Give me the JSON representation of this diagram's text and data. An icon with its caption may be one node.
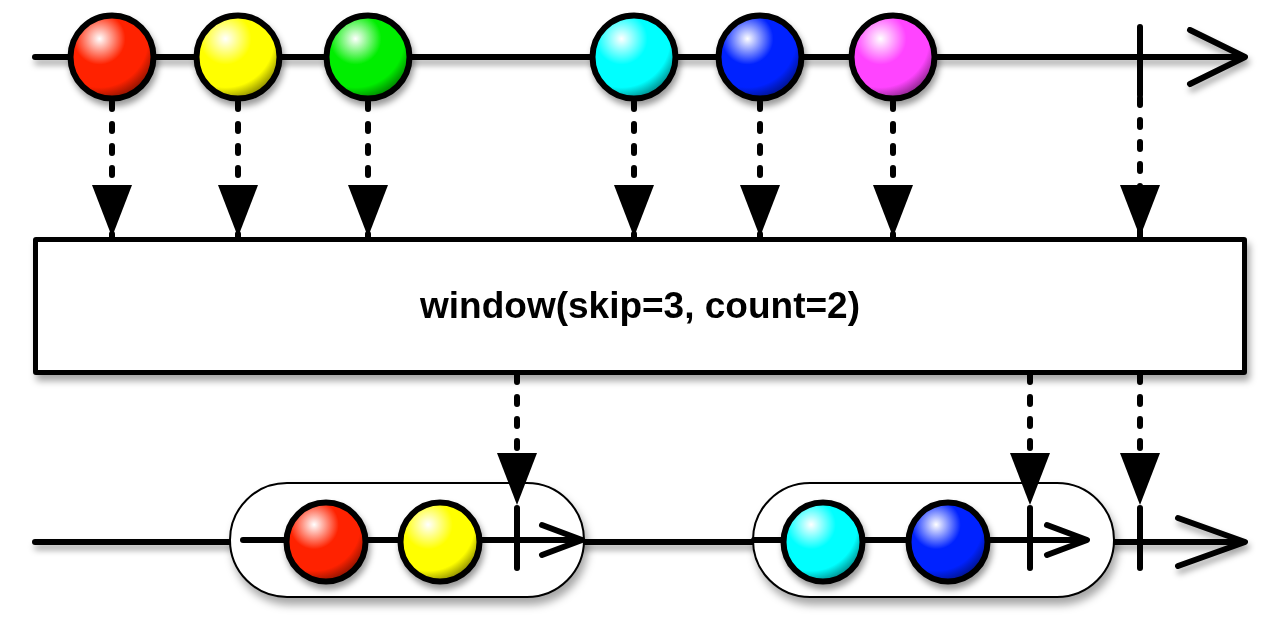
{
  "diagram": {
    "nodes": [
      {
        "text": [],
        "shape": "circle"
      },
      {
        "text": [],
        "shape": "circle"
      },
      {
        "text": [],
        "shape": "circle"
      },
      {
        "text": [],
        "shape": "circle"
      },
      {
        "text": [],
        "shape": "circle"
      },
      {
        "text": [],
        "shape": "circle"
      },
      {
        "text": [],
        "shape": "bar"
      },
      {
        "text": [
          "window(skip=3, count=2)"
        ]
      },
      {
        "text": [],
        "shape": "box"
      },
      {
        "text": [],
        "shape": "circle",
        "in": 8
      },
      {
        "text": [],
        "shape": "circle",
        "in": 8
      },
      {
        "text": [],
        "shape": "bar",
        "in": 8
      },
      {
        "text": [],
        "shape": "box"
      },
      {
        "text": [],
        "shape": "circle",
        "in": 12
      },
      {
        "text": [],
        "shape": "circle",
        "in": 12
      },
      {
        "text": [],
        "shape": "bar",
        "in": 12
      },
      {
        "text": [],
        "shape": "bar"
      }
    ],
    "edges": [
      {
        "from": 0,
        "to": 7,
        "arrow": "to",
        "style": "dashed"
      },
      {
        "from": 1,
        "to": 7,
        "arrow": "to",
        "style": "dashed"
      },
      {
        "from": 2,
        "to": 7,
        "arrow": "to",
        "style": "dashed"
      },
      {
        "from": 3,
        "to": 7,
        "arrow": "to",
        "style": "dashed"
      },
      {
        "from": 4,
        "to": 7,
        "arrow": "to",
        "style": "dashed"
      },
      {
        "from": 5,
        "to": 7,
        "arrow": "to",
        "style": "dashed"
      },
      {
        "from": 6,
        "to": 7,
        "arrow": "to",
        "style": "dashed"
      },
      {
        "from": 7,
        "to": 11,
        "arrow": "to",
        "style": "dashed"
      },
      {
        "from": 7,
        "to": 15,
        "arrow": "to",
        "style": "dashed"
      },
      {
        "from": 7,
        "to": 16,
        "arrow": "to",
        "style": "dashed"
      }
    ]
  }
}
